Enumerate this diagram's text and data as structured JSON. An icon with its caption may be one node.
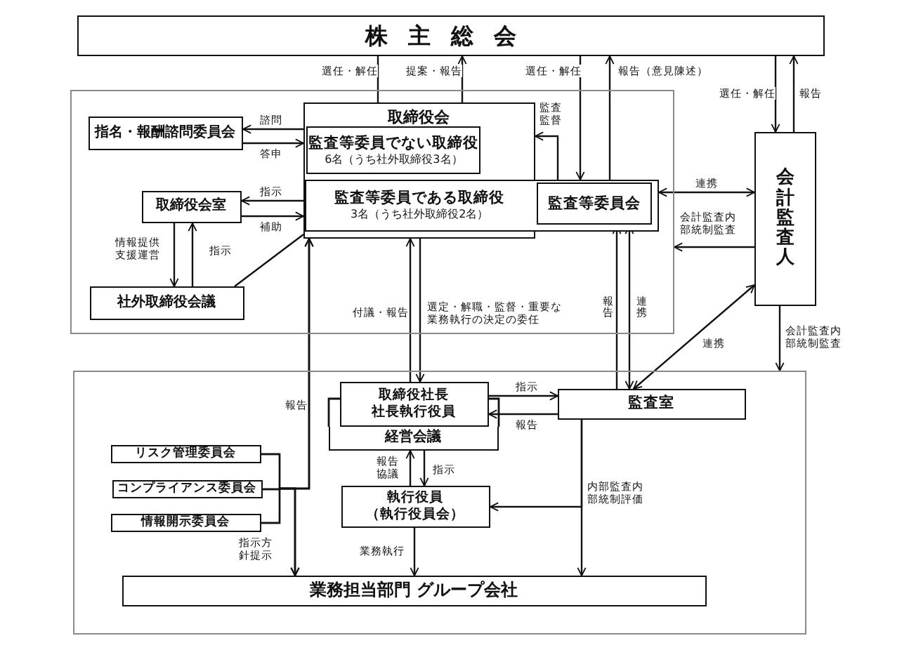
{
  "diagram": {
    "nodes": [
      {
        "text": [
          "株主総会"
        ]
      },
      {
        "text": [],
        "shape": "box"
      },
      {
        "text": [
          "取締役会"
        ],
        "in": 1
      },
      {
        "text": [
          "監査等委員でない取締役",
          "6名（うち社外取締役3名）"
        ],
        "in": 2
      },
      {
        "text": [
          "指名・報酬諮問委員会"
        ],
        "in": 1
      },
      {
        "text": [
          "監査等委員である取締役",
          "3名（うち社外取締役2名）"
        ],
        "in": 1
      },
      {
        "text": [
          "監査等委員会"
        ],
        "in": 5
      },
      {
        "text": [
          "取締役会室"
        ],
        "in": 1
      },
      {
        "text": [
          "社外取締役会議"
        ],
        "in": 1
      },
      {
        "text": [
          "会計監査人"
        ]
      },
      {
        "text": [],
        "shape": "box"
      },
      {
        "text": [
          "経営会議"
        ],
        "in": 10
      },
      {
        "text": [
          "取締役社長",
          "社長執行役員"
        ],
        "in": 10
      },
      {
        "text": [
          "監査室"
        ],
        "in": 10
      },
      {
        "text": [
          "リスク管理委員会"
        ],
        "in": 10
      },
      {
        "text": [
          "コンプライアンス委員会"
        ],
        "in": 10
      },
      {
        "text": [
          "情報開示委員会"
        ],
        "in": 10
      },
      {
        "text": [
          "執行役員",
          "（執行役員会）"
        ],
        "in": 10
      },
      {
        "text": [
          "業務担当部門 グループ会社"
        ],
        "in": 10
      }
    ],
    "edges": [
      {
        "from": 0,
        "to": 3,
        "arrow": "to",
        "label": "選任・解任"
      },
      {
        "from": 2,
        "to": 0,
        "arrow": "to",
        "label": "提案・報告"
      },
      {
        "from": 0,
        "to": 5,
        "arrow": "to",
        "label": "選任・解任"
      },
      {
        "from": 6,
        "to": 0,
        "arrow": "to",
        "label": "報告（意見陳述）"
      },
      {
        "from": 0,
        "to": 9,
        "arrow": "to",
        "label": "選任・解任"
      },
      {
        "from": 9,
        "to": 0,
        "arrow": "to",
        "label": "報告"
      },
      {
        "from": 6,
        "to": 2,
        "arrow": "to",
        "label": "監査監督"
      },
      {
        "from": 2,
        "to": 4,
        "arrow": "to",
        "label": "諮問"
      },
      {
        "from": 4,
        "to": 2,
        "arrow": "to",
        "label": "答申"
      },
      {
        "from": 2,
        "to": 7,
        "arrow": "to",
        "label": "指示"
      },
      {
        "from": 7,
        "to": 2,
        "arrow": "to",
        "label": "補助"
      },
      {
        "from": 7,
        "to": 8,
        "arrow": "to",
        "label": "情報提供支援運営"
      },
      {
        "from": 8,
        "to": 7,
        "arrow": "to",
        "label": "指示"
      },
      {
        "from": 8,
        "to": 2,
        "arrow": "none"
      },
      {
        "from": 9,
        "to": 5,
        "arrow": "both",
        "label": "連携"
      },
      {
        "from": 9,
        "to": 1,
        "arrow": "to",
        "label": "会計監査内部統制監査"
      },
      {
        "from": 9,
        "to": 10,
        "arrow": "to",
        "label": "会計監査内部統制監査"
      },
      {
        "from": 14,
        "to": 2,
        "arrow": "to"
      },
      {
        "from": 15,
        "to": 2,
        "arrow": "to",
        "label": "報告"
      },
      {
        "from": 16,
        "to": 2,
        "arrow": "to"
      },
      {
        "from": 12,
        "to": 2,
        "arrow": "to",
        "label": "付議・報告"
      },
      {
        "from": 2,
        "to": 12,
        "arrow": "to",
        "label": "選定・解職・監督・重要な業務執行の決定の委任"
      },
      {
        "from": 13,
        "to": 6,
        "arrow": "to",
        "label": "報告"
      },
      {
        "from": 13,
        "to": 6,
        "arrow": "both",
        "label": "連携"
      },
      {
        "from": 9,
        "to": 13,
        "arrow": "both",
        "label": "連携"
      },
      {
        "from": 12,
        "to": 13,
        "arrow": "to",
        "label": "指示"
      },
      {
        "from": 13,
        "to": 12,
        "arrow": "to",
        "label": "報告"
      },
      {
        "from": 17,
        "to": 11,
        "arrow": "to",
        "label": "報告協議"
      },
      {
        "from": 11,
        "to": 17,
        "arrow": "to",
        "label": "指示"
      },
      {
        "from": 13,
        "to": 17,
        "arrow": "to"
      },
      {
        "from": 13,
        "to": 18,
        "arrow": "to",
        "label": "内部監査内部統制評価"
      },
      {
        "from": 14,
        "to": 18,
        "arrow": "to"
      },
      {
        "from": 15,
        "to": 18,
        "arrow": "to",
        "label": "指示方針提示"
      },
      {
        "from": 16,
        "to": 18,
        "arrow": "to"
      },
      {
        "from": 17,
        "to": 18,
        "arrow": "to",
        "label": "業務執行"
      }
    ]
  }
}
